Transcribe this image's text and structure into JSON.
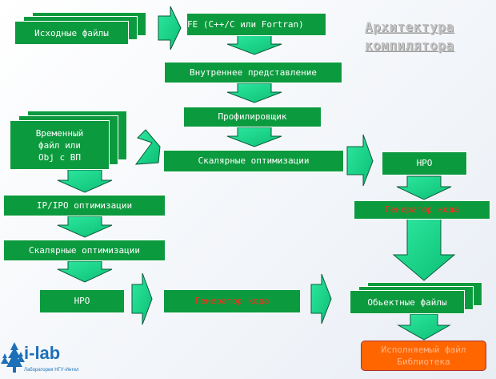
{
  "title": {
    "line1": "Архитектура",
    "line2": "компилятора"
  },
  "nodes": {
    "source_files": "Исходные файлы",
    "frontend": "FE (C++/C или Fortran)",
    "internal_repr": "Внутреннее представление",
    "profiler": "Профилировщик",
    "scalar_opt_1": "Скалярные оптимизации",
    "temp_file_line1": "Временный",
    "temp_file_line2": "файл или",
    "temp_file_line3": "Obj с ВП",
    "ipo": "IP/IPO оптимизации",
    "scalar_opt_2": "Скалярные оптимизации",
    "hpo_left": "НРО",
    "codegen_mid": "Генератор кода",
    "hpo_right": "НРО",
    "codegen_right": "Генератор кода",
    "object_files": "Обьектные файлы",
    "exe_line1": "Исполняемый файл",
    "exe_line2": "Библиотека"
  },
  "logo": {
    "name": "i-lab",
    "caption": "Лаборатория НГУ-Интел"
  },
  "colors": {
    "box": "#0c9a3e",
    "arrow": "#11d083",
    "red_text": "#ff2a1a",
    "exe_box": "#ff6600",
    "title": "#c3c3c3",
    "logo": "#1d6fb8"
  }
}
